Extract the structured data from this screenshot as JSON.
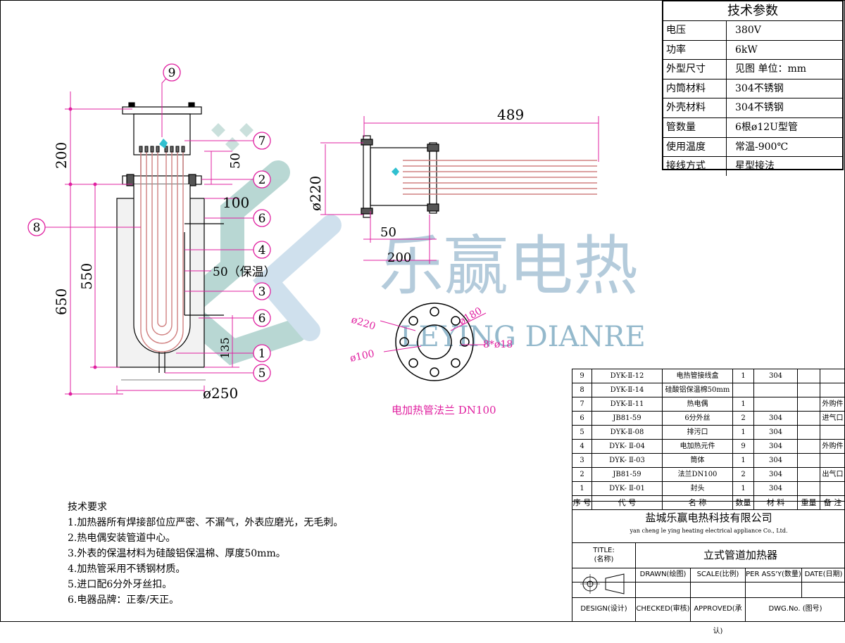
{
  "drawing": {
    "title_dims": {
      "d200": "200",
      "d50a": "50",
      "d100": "100",
      "d550": "550",
      "d650": "650",
      "d135": "135",
      "d250": "ø250",
      "insulation": "50（保温）",
      "d489": "489",
      "d220": "ø220",
      "d50b": "50",
      "d200b": "200"
    },
    "balloons": [
      "9",
      "7",
      "2",
      "6",
      "4",
      "3",
      "6",
      "1",
      "5",
      "8"
    ],
    "flange": {
      "d220": "ø220",
      "d180": "ø180",
      "d100": "ø100",
      "holes": "8*ø18",
      "caption": "电加热管法兰   DN100"
    },
    "watermark": {
      "cn": "乐赢电热",
      "en": "LEYING DIANRE"
    }
  },
  "params": {
    "title": "技术参数",
    "rows": [
      {
        "k": "电压",
        "v": "380V"
      },
      {
        "k": "功率",
        "v": "6kW"
      },
      {
        "k": "外型尺寸",
        "v": "见图  单位：mm"
      },
      {
        "k": "内筒材料",
        "v": "304不锈钢"
      },
      {
        "k": "外壳材料",
        "v": "304不锈钢"
      },
      {
        "k": "管数量",
        "v": "6根ø12U型管"
      },
      {
        "k": "使用温度",
        "v": "常温-900℃"
      },
      {
        "k": "接线方式",
        "v": "星型接法"
      }
    ]
  },
  "notes": {
    "title": "技术要求",
    "items": [
      "1.加热器所有焊接部位应严密、不漏气，外表应磨光，无毛刺。",
      "2.热电偶安装管道中心。",
      "3.外表的保温材料为硅酸铝保温棉、厚度50mm。",
      "4.加热管采用不锈钢材质。",
      "5.进口配6分外牙丝扣。",
      "6.电器品牌：正泰/天正。"
    ]
  },
  "bom": {
    "rows": [
      [
        "9",
        "DYK-Ⅱ-12",
        "电热管接线盒",
        "1",
        "304",
        "",
        ""
      ],
      [
        "8",
        "DYK-Ⅱ-14",
        "硅酸铝保温棉50mm",
        "",
        "",
        "",
        ""
      ],
      [
        "7",
        "DYK-Ⅱ-11",
        "热电偶",
        "1",
        "",
        "",
        "外购件"
      ],
      [
        "6",
        "JB81-59",
        "6分外丝",
        "2",
        "304",
        "",
        "进气口"
      ],
      [
        "5",
        "DYK-Ⅱ-08",
        "排污口",
        "1",
        "304",
        "",
        ""
      ],
      [
        "4",
        "DYK- Ⅱ-04",
        "电加热元件",
        "9",
        "304",
        "",
        "外购件"
      ],
      [
        "3",
        "DYK- Ⅱ-03",
        "筒体",
        "1",
        "304",
        "",
        ""
      ],
      [
        "2",
        "JB81-59",
        "法兰DN100",
        "2",
        "304",
        "",
        "出气口"
      ],
      [
        "1",
        "DYK- Ⅱ-01",
        "封头",
        "1",
        "304",
        "",
        ""
      ]
    ],
    "header": [
      "序 号",
      "代      号",
      "名      称",
      "数量",
      "材   料",
      "重量",
      "备 注"
    ]
  },
  "title_block": {
    "company_cn": "盐城乐赢电热科技有限公司",
    "company_en": "yan cheng le ying heating electrical appliance Co., Ltd.",
    "title_label": "TITLE:",
    "title_label_cn": "(名称)",
    "title_value": "立式管道加热器",
    "drawn": "DRAWN(绘图)",
    "scale": "SCALE(比例)",
    "per_assy": "PER ASS'Y(数量)",
    "date": "DATE(日期)",
    "design": "DESIGN(设计)",
    "checked": "CHECKED(审核)",
    "approved": "APPROVED(承认)",
    "dwg_no": "DWG.No. (图号)"
  },
  "colors": {
    "magenta": "#e020a0",
    "line": "#000000",
    "pipe": "#d08080"
  }
}
